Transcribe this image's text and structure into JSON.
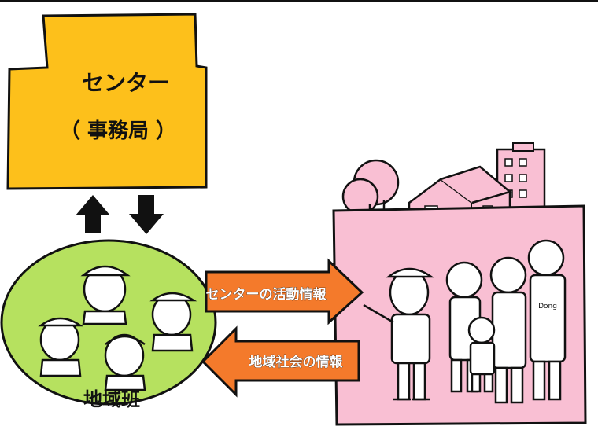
{
  "center": {
    "title": "センター",
    "subtitle": "（ 事務局 ）",
    "color": "#FDC01B"
  },
  "group": {
    "label": "地域班",
    "color": "#B6E15F"
  },
  "community": {
    "color": "#F9BFD3"
  },
  "arrows": {
    "to_community": "センターの活動情報",
    "to_group": "地域社会の情報",
    "color": "#F47A2B"
  },
  "shirt_text": "Dong"
}
